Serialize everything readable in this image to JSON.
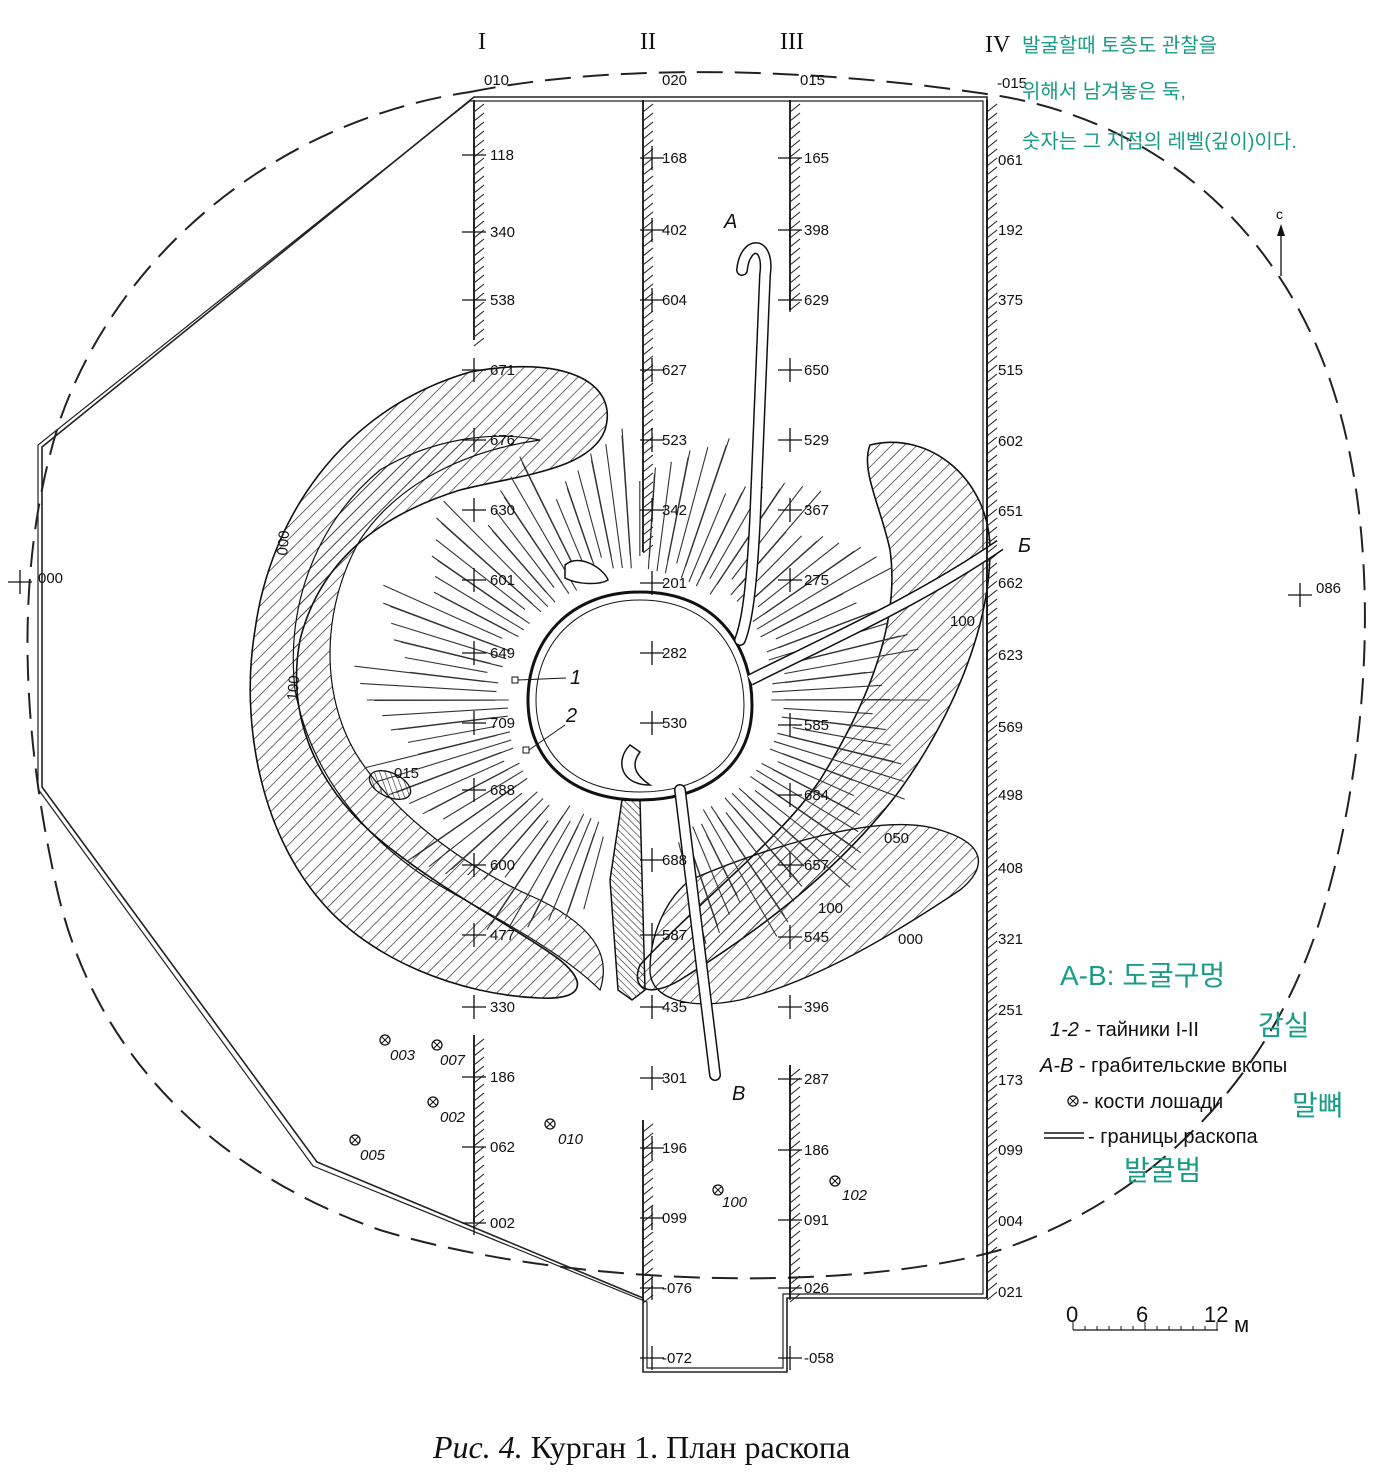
{
  "profiles": {
    "I": [
      "010",
      "118",
      "340",
      "538",
      "671",
      "676",
      "630",
      "601",
      "649",
      "709",
      "688",
      "600",
      "477",
      "330",
      "186",
      "062",
      "002"
    ],
    "II": [
      "020",
      "168",
      "402",
      "604",
      "627",
      "523",
      "342",
      "201",
      "282",
      "530",
      "688",
      "587",
      "435",
      "301",
      "196",
      "099",
      "-076",
      "-072"
    ],
    "III": [
      "015",
      "165",
      "398",
      "629",
      "650",
      "529",
      "367",
      "275",
      "585",
      "684",
      "657",
      "545",
      "396",
      "287",
      "186",
      "091",
      "026",
      "-058"
    ],
    "IV": [
      "-015",
      "061",
      "192",
      "375",
      "515",
      "602",
      "651",
      "662",
      "623",
      "569",
      "498",
      "408",
      "321",
      "251",
      "173",
      "099",
      "004",
      "021"
    ]
  },
  "roman": [
    "I",
    "II",
    "III",
    "IV"
  ],
  "misc_levels": {
    "west": "000",
    "east": "086",
    "contour_000_w": "000",
    "contour_100_w": "100",
    "pit_015": "015",
    "contour_050": "050",
    "contour_100_s": "100",
    "contour_000_s": "000",
    "contour_100_e": "100"
  },
  "markers": {
    "n1": "1",
    "n2": "2",
    "A_top": "A",
    "B_bottom": "B",
    "B_cyr": "Б",
    "north": "с"
  },
  "bones": [
    "003",
    "007",
    "002",
    "010",
    "005",
    "100",
    "102"
  ],
  "korean": {
    "note_line1": "발굴할때 토층도 관찰을",
    "note_line2": "위해서 남겨놓은 둑,",
    "note_line3": "숫자는 그 지점의 레벨(깊이)이다.",
    "ab_label": "A-B: 도굴구멍",
    "chamber": "감실",
    "horse_bones": "말뼈",
    "boundary": "발굴범"
  },
  "legend": {
    "item1_key": "1-2",
    "item1_text": " - тайники I-II",
    "item2_key": "A-B",
    "item2_text": " - грабительские вкопы",
    "item3_text": " - кости лошади",
    "item4_text": " - границы раскопа"
  },
  "scale": {
    "labels": [
      "0",
      "6",
      "12"
    ],
    "unit": "м"
  },
  "caption": {
    "fig": "Рис. 4.",
    "text": " Курган 1. План раскопа"
  }
}
